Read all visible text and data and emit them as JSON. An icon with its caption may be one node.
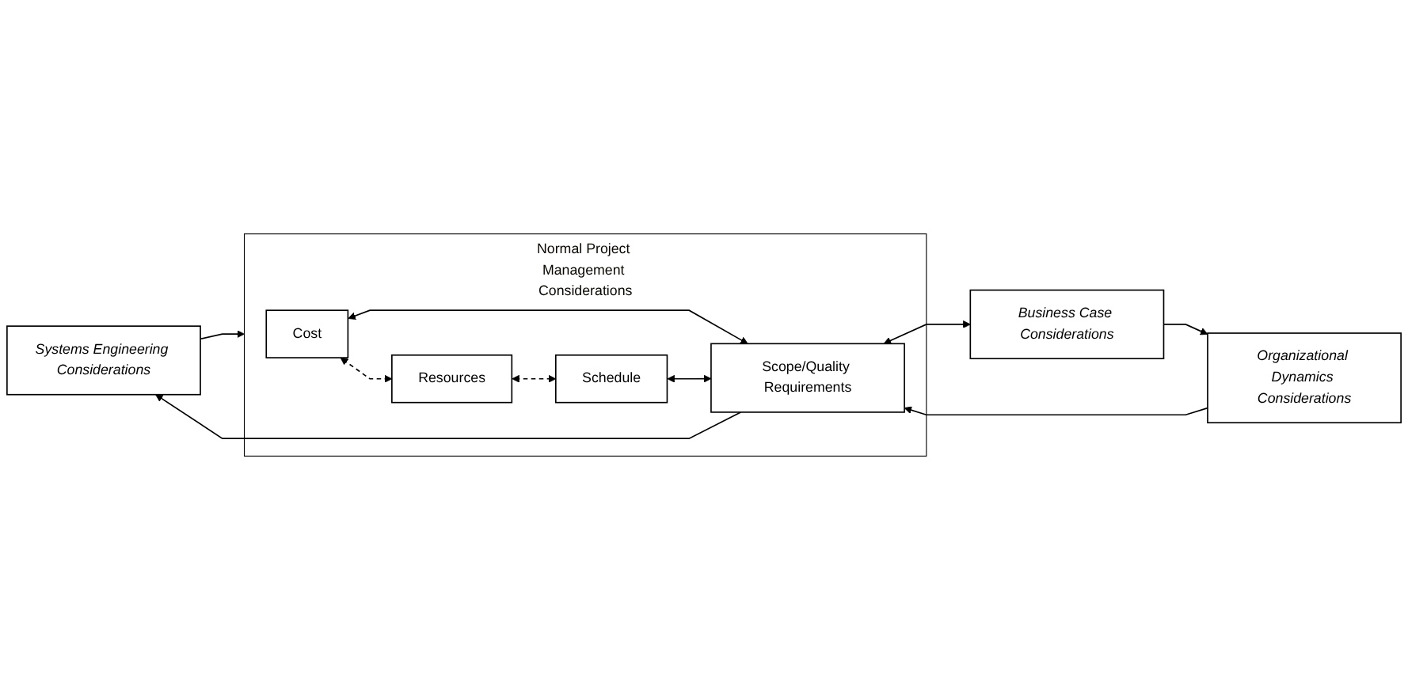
{
  "diagram": {
    "nodes": [
      {
        "text": [
          "Systems Engineering Considerations"
        ]
      },
      {
        "text": [
          "Organizational Dynamics Considerations"
        ]
      },
      {
        "text": [
          "Normal Project Management Considerations"
        ]
      },
      {
        "text": [
          "Cost"
        ],
        "in": 2
      },
      {
        "text": [
          "Resources"
        ],
        "in": 2
      },
      {
        "text": [
          "Scope/Quality Requirements"
        ],
        "in": 2
      },
      {
        "text": [
          "Schedule"
        ],
        "in": 2
      },
      {
        "text": [
          "Business Case Considerations"
        ]
      }
    ],
    "edges": [
      {
        "from": 0,
        "to": 2,
        "arrow": "to"
      },
      {
        "from": 5,
        "to": 0,
        "arrow": "to"
      },
      {
        "from": 1,
        "to": 5,
        "arrow": "to"
      },
      {
        "from": 7,
        "to": 1,
        "arrow": "to"
      },
      {
        "from": 5,
        "to": 7,
        "arrow": "both"
      },
      {
        "from": 3,
        "to": 4,
        "arrow": "both",
        "style": "dashed"
      },
      {
        "from": 3,
        "to": 5,
        "arrow": "both"
      },
      {
        "from": 4,
        "to": 6,
        "arrow": "both",
        "style": "dashed"
      },
      {
        "from": 6,
        "to": 5,
        "arrow": "both"
      }
    ]
  }
}
